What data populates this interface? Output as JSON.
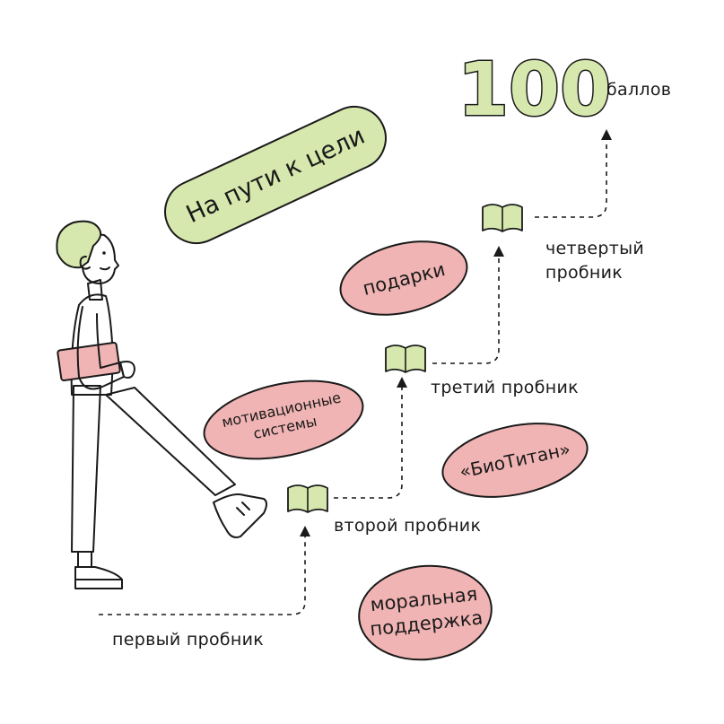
{
  "title": "На пути к цели",
  "score": {
    "value": "100",
    "unit": "баллов"
  },
  "steps": [
    {
      "label": "первый пробник"
    },
    {
      "label": "второй пробник"
    },
    {
      "label": "третий пробник"
    },
    {
      "label_line1": "четвертый",
      "label_line2": "пробник"
    }
  ],
  "bubbles": {
    "gifts": "подарки",
    "motivation_line1": "мотивационные",
    "motivation_line2": "системы",
    "biotitan": "«БиоТитан»",
    "support_line1": "моральная",
    "support_line2": "поддержка"
  },
  "colors": {
    "green": "#d6e8ad",
    "pink": "#f1b4b4",
    "ink": "#1a1a1a"
  }
}
